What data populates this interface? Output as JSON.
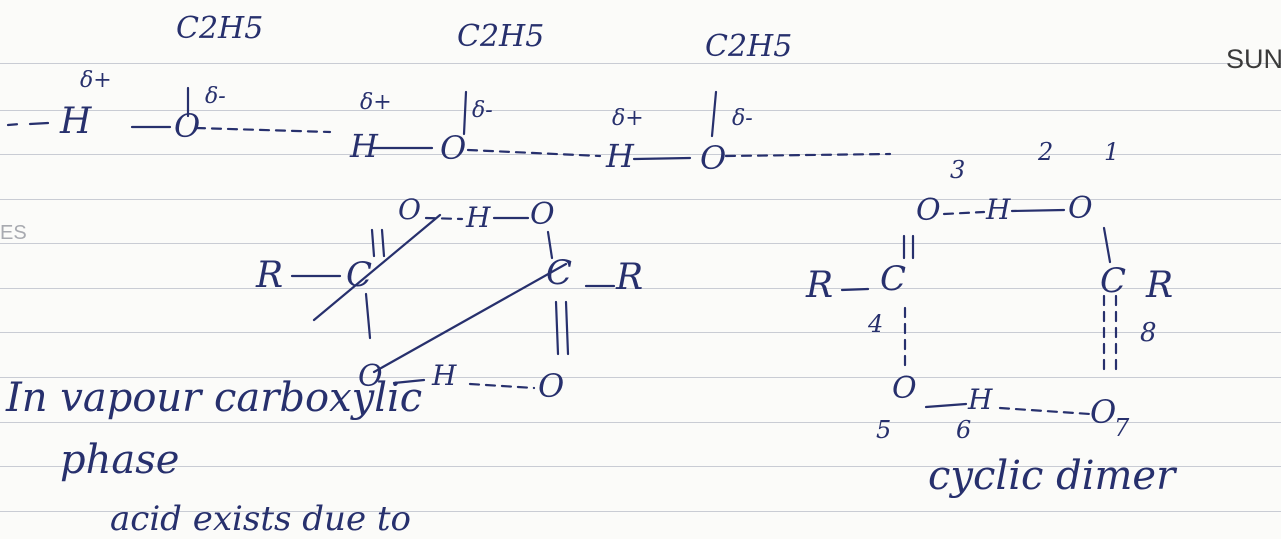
{
  "header": {
    "day_label": "SUN",
    "margin_label": "ES"
  },
  "chain": {
    "ethyl": [
      "C2H5",
      "C2H5",
      "C2H5"
    ],
    "delta_plus": "δ+",
    "delta_minus": "δ-",
    "hydrogen": "H",
    "oxygen": "O"
  },
  "dimer_left": {
    "r_left": "R",
    "carbon_left": "C",
    "o_top_left": "O",
    "h_top": "H",
    "o_top_right": "O",
    "carbon_right": "C",
    "r_right": "R",
    "o_bottom_left": "O",
    "h_bottom": "H",
    "o_bottom_right": "O"
  },
  "dimer_right": {
    "r_left": "R",
    "carbon_left": "C",
    "o_top_left": "O",
    "h_top": "H",
    "o_top_right": "O",
    "carbon_right": "C",
    "r_right": "R",
    "o_bottom_left": "O",
    "h_bottom": "H",
    "o_bottom_right": "O",
    "numbers": [
      "1",
      "2",
      "3",
      "4",
      "5",
      "6",
      "7",
      "8"
    ]
  },
  "notes": {
    "line1": "In vapour carboxylic",
    "line2": "phase",
    "line3": "acid exists due to",
    "caption": "cyclic dimer"
  }
}
